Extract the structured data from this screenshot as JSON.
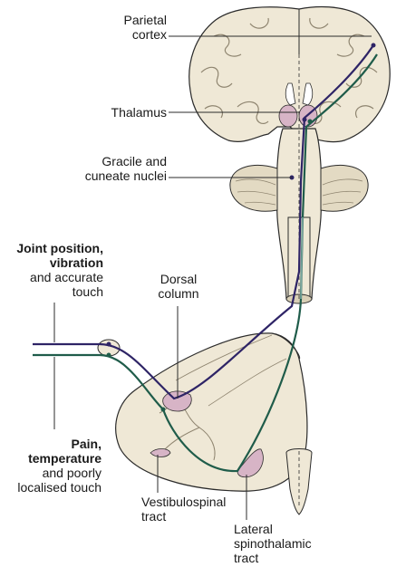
{
  "labels": {
    "parietal_cortex": [
      "Parietal",
      "cortex"
    ],
    "thalamus": "Thalamus",
    "gracile_cuneate": [
      "Gracile and",
      "cuneate nuclei"
    ],
    "joint_position": [
      "Joint position,",
      "vibration",
      "and accurate",
      "touch"
    ],
    "dorsal_column": [
      "Dorsal",
      "column"
    ],
    "pain_temperature": [
      "Pain,",
      "temperature",
      "and poorly",
      "localised touch"
    ],
    "vestibulospinal": [
      "Vestibulospinal",
      "tract"
    ],
    "lateral_spinothalamic": [
      "Lateral",
      "spinothalamic",
      "tract"
    ]
  },
  "colors": {
    "tissue": "#efe8d6",
    "outline": "#2b2b2b",
    "dorsal_pathway": "#2e2466",
    "spinothalamic_pathway": "#1f5c4a",
    "ascending_tract": "#7aa7a0",
    "nucleus_fill": "#d7b4c6"
  }
}
